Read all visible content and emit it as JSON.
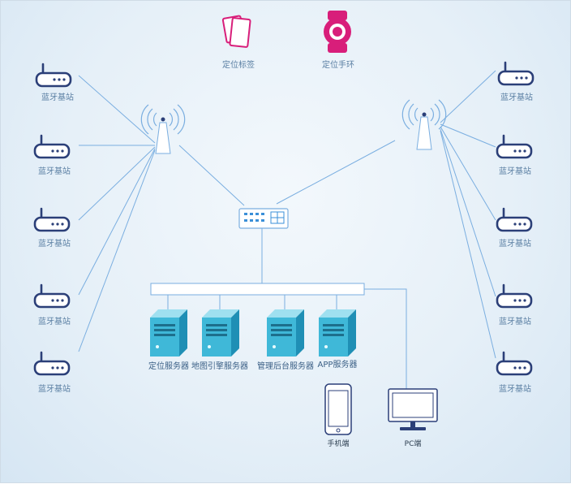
{
  "legend": {
    "tag_label": "定位标签",
    "watch_label": "定位手环"
  },
  "base_station_label": "蓝牙基站",
  "servers": [
    {
      "label": "定位服务器"
    },
    {
      "label": "地图引擎服务器"
    },
    {
      "label": "管理后台服务器"
    },
    {
      "label": "APP服务器"
    }
  ],
  "clients": {
    "phone_label": "手机端",
    "pc_label": "PC端"
  },
  "colors": {
    "icon_navy": "#2b3f78",
    "accent_pink": "#d81e7a",
    "line_blue": "#7aaee0",
    "server_teal": "#3fb8d8"
  }
}
